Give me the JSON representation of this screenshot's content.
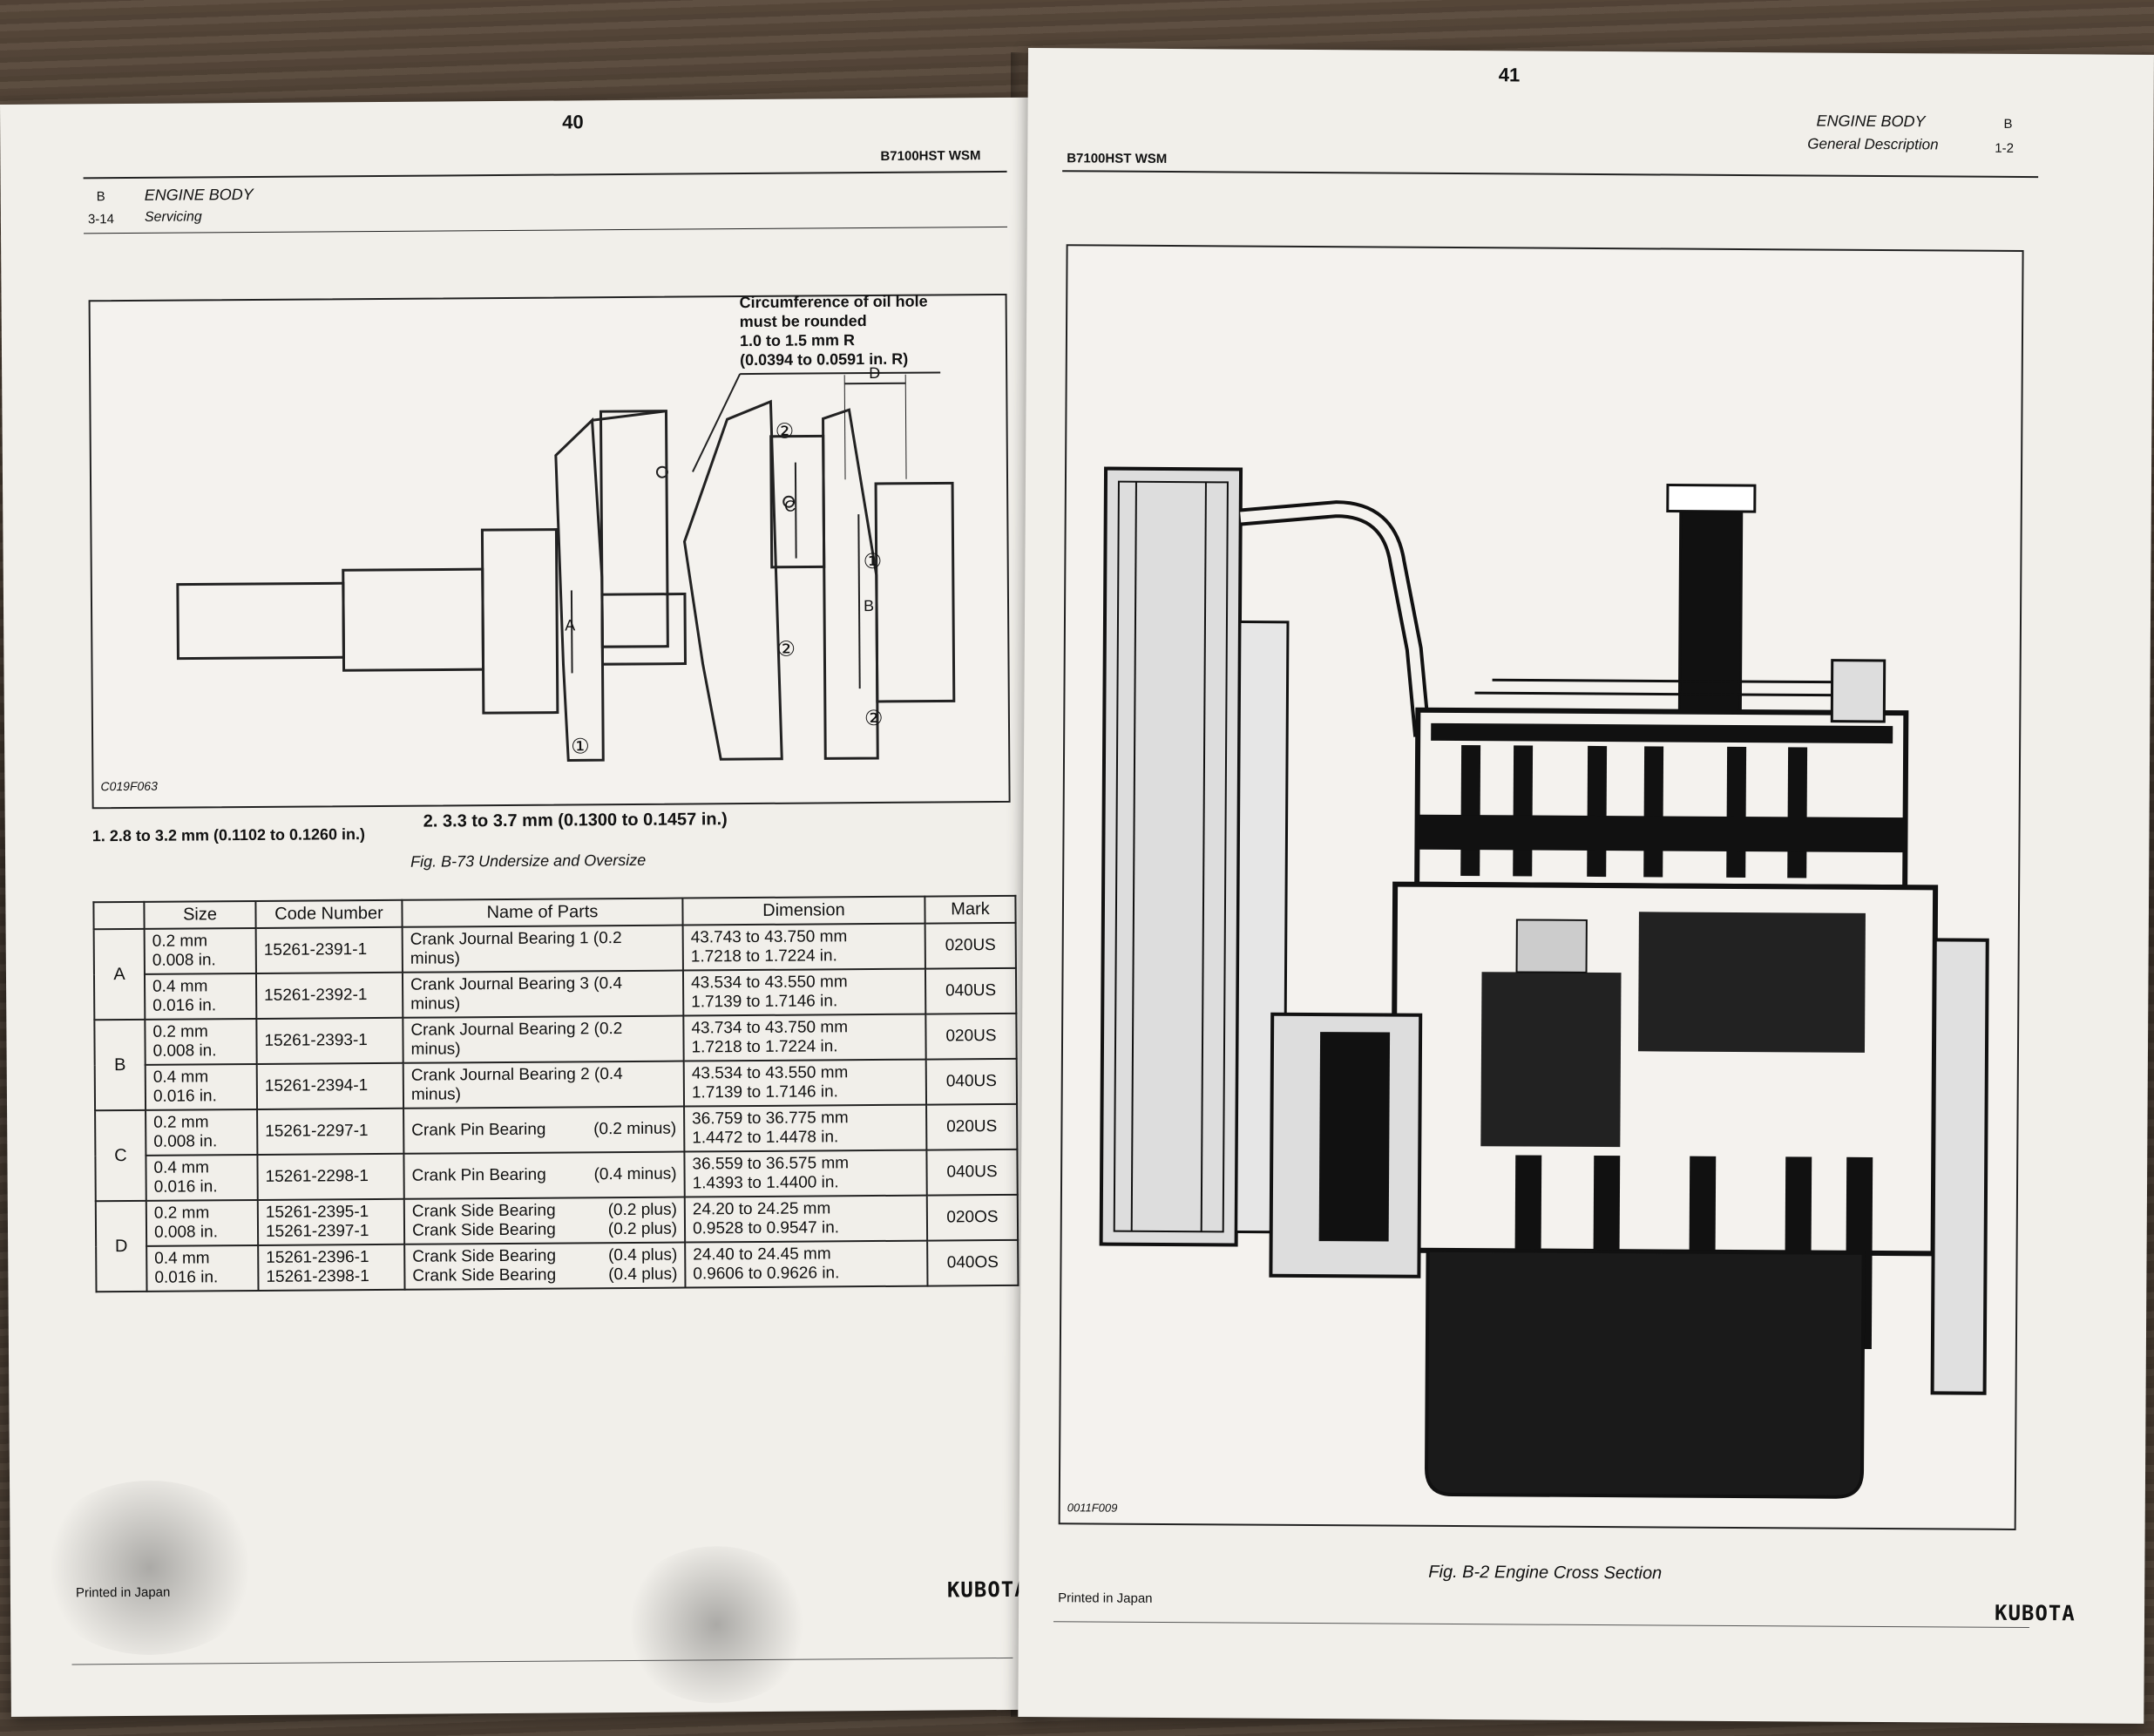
{
  "left_page": {
    "page_number": "40",
    "manual": "B7100HST WSM",
    "section_letter": "B",
    "section_code": "3-14",
    "section_title": "ENGINE BODY",
    "section_sub": "Servicing",
    "figure": {
      "note": [
        "Circumference of oil hole",
        "must be rounded",
        "1.0 to 1.5 mm R",
        "(0.0394 to 0.0591 in. R)"
      ],
      "labels": {
        "a": "A",
        "b": "B",
        "c": "C",
        "d": "D",
        "one": "①",
        "two": "②"
      },
      "code": "C019F063",
      "legend_1": "1.  2.8 to 3.2 mm (0.1102 to 0.1260 in.)",
      "legend_2": "2.  3.3 to 3.7 mm (0.1300 to 0.1457 in.)",
      "caption": "Fig. B-73  Undersize and Oversize"
    },
    "table": {
      "headers": {
        "size": "Size",
        "code": "Code Number",
        "name": "Name of Parts",
        "dimension": "Dimension",
        "mark": "Mark"
      },
      "groups": [
        "A",
        "B",
        "C",
        "D"
      ],
      "rows": [
        {
          "size1": "0.2 mm",
          "size2": "0.008 in.",
          "code": "15261-2391-1",
          "name": "Crank Journal Bearing 1 (0.2 minus)",
          "dim1": "43.743 to 43.750 mm",
          "dim2": "1.7218 to 1.7224 in.",
          "mark": "020US"
        },
        {
          "size1": "0.4 mm",
          "size2": "0.016 in.",
          "code": "15261-2392-1",
          "name": "Crank Journal Bearing 3 (0.4 minus)",
          "dim1": "43.534 to 43.550 mm",
          "dim2": "1.7139 to 1.7146 in.",
          "mark": "040US"
        },
        {
          "size1": "0.2 mm",
          "size2": "0.008 in.",
          "code": "15261-2393-1",
          "name": "Crank Journal Bearing 2 (0.2 minus)",
          "dim1": "43.734 to 43.750 mm",
          "dim2": "1.7218 to 1.7224 in.",
          "mark": "020US"
        },
        {
          "size1": "0.4 mm",
          "size2": "0.016 in.",
          "code": "15261-2394-1",
          "name": "Crank Journal Bearing 2 (0.4 minus)",
          "dim1": "43.534 to 43.550 mm",
          "dim2": "1.7139 to 1.7146 in.",
          "mark": "040US"
        },
        {
          "size1": "0.2 mm",
          "size2": "0.008 in.",
          "code": "15261-2297-1",
          "name": "Crank Pin Bearing",
          "name_qual": "(0.2 minus)",
          "dim1": "36.759 to 36.775 mm",
          "dim2": "1.4472 to 1.4478 in.",
          "mark": "020US"
        },
        {
          "size1": "0.4 mm",
          "size2": "0.016 in.",
          "code": "15261-2298-1",
          "name": "Crank Pin Bearing",
          "name_qual": "(0.4 minus)",
          "dim1": "36.559 to 36.575 mm",
          "dim2": "1.4393 to 1.4400 in.",
          "mark": "040US"
        },
        {
          "size1": "0.2 mm",
          "size2": "0.008 in.",
          "code1": "15261-2395-1",
          "code2": "15261-2397-1",
          "name1": "Crank Side Bearing",
          "qual1": "(0.2 plus)",
          "name2": "Crank Side Bearing",
          "qual2": "(0.2 plus)",
          "dim1": "24.20  to 24.25  mm",
          "dim2": "0.9528 to 0.9547 in.",
          "mark": "020OS"
        },
        {
          "size1": "0.4 mm",
          "size2": "0.016 in.",
          "code1": "15261-2396-1",
          "code2": "15261-2398-1",
          "name1": "Crank Side Bearing",
          "qual1": "(0.4 plus)",
          "name2": "Crank Side Bearing",
          "qual2": "(0.4 plus)",
          "dim1": "24.40  to 24.45  mm",
          "dim2": "0.9606 to 0.9626 in.",
          "mark": "040OS"
        }
      ]
    },
    "footer_left": "Printed in Japan",
    "brand": "KUBOTA"
  },
  "right_page": {
    "page_number": "41",
    "manual": "B7100HST WSM",
    "section_title": "ENGINE BODY",
    "section_sub": "General Description",
    "section_letter": "B",
    "section_code": "1-2",
    "figure_code": "0011F009",
    "caption": "Fig. B-2    Engine Cross Section",
    "footer_left": "Printed in Japan",
    "brand": "KUBOTA"
  }
}
